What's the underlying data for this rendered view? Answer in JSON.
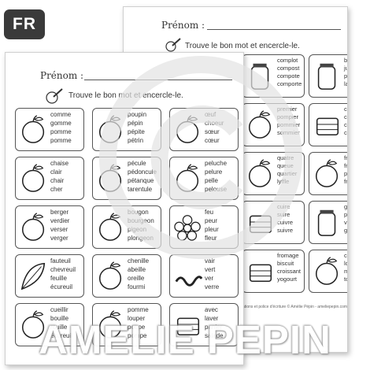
{
  "badge": {
    "label": "FR"
  },
  "sheet_label": "Prénom :",
  "instruction": "Trouve le bon mot et encercle-le.",
  "credit": "trations et police d'écriture © Amélie Pépin - ameliepepin.com",
  "front_cards": [
    {
      "words": [
        "comme",
        "gomme",
        "pomme",
        "pomme"
      ],
      "icon": "apple-icon"
    },
    {
      "words": [
        "poupin",
        "pépin",
        "pépite",
        "pétrin"
      ],
      "icon": "apple-half-icon"
    },
    {
      "words": [
        "œuf",
        "choeur",
        "sœur",
        "cœur"
      ],
      "icon": "apple-core-icon"
    },
    {
      "words": [
        "chaise",
        "clair",
        "chair",
        "cher"
      ],
      "icon": "apple-flesh-icon"
    },
    {
      "words": [
        "pécule",
        "pédoncule",
        "pétanque",
        "tarentule"
      ],
      "icon": "apple-stem-icon"
    },
    {
      "words": [
        "peluche",
        "pelure",
        "pelle",
        "pelouse"
      ],
      "icon": "peeler-icon"
    },
    {
      "words": [
        "berger",
        "verdier",
        "verser",
        "verger"
      ],
      "icon": "orchard-icon"
    },
    {
      "words": [
        "bougon",
        "bourgeon",
        "pigeon",
        "plongeon"
      ],
      "icon": "bud-icon"
    },
    {
      "words": [
        "feu",
        "peur",
        "pleur",
        "fleur"
      ],
      "icon": "flower-icon"
    },
    {
      "words": [
        "fauteuil",
        "chevreuil",
        "feuille",
        "écureuil"
      ],
      "icon": "leaf-icon"
    },
    {
      "words": [
        "chenille",
        "abeille",
        "oreille",
        "fourmi"
      ],
      "icon": "bee-icon"
    },
    {
      "words": [
        "vair",
        "vert",
        "ver",
        "verre"
      ],
      "icon": "worm-icon"
    },
    {
      "words": [
        "cueillir",
        "bouille",
        "rouille",
        "écureuil"
      ],
      "icon": "picking-icon"
    },
    {
      "words": [
        "pomme",
        "louper",
        "poupe",
        "pompe"
      ],
      "icon": "apple-tree-icon"
    },
    {
      "words": [
        "avec",
        "laver",
        "panier",
        "salade"
      ],
      "icon": "basket-icon"
    }
  ],
  "back_cards": [
    {
      "words": [
        "complot",
        "compost",
        "compote",
        "comporte"
      ],
      "icon": "compote-icon"
    },
    {
      "words": [
        "bus",
        "jus",
        "plus",
        "lait"
      ],
      "icon": "juice-icon"
    },
    {
      "words": [
        "premier",
        "pompier",
        "pommier",
        "sommier"
      ],
      "icon": "tree-icon"
    },
    {
      "words": [
        "casser",
        "cassis",
        "caisse",
        "chasse"
      ],
      "icon": "crate-icon"
    },
    {
      "words": [
        "quatre",
        "queue",
        "quartier",
        "lyffle"
      ],
      "icon": "slice-icon"
    },
    {
      "words": [
        "fruit",
        "fruite",
        "pluie",
        "fruit"
      ],
      "icon": "fruit-bowl-icon"
    },
    {
      "words": [
        "cuire",
        "suire",
        "cuivre",
        "suivre"
      ],
      "icon": "oven-icon"
    },
    {
      "words": [
        "geler",
        "peler",
        "voler",
        "gelée"
      ],
      "icon": "jar-icon"
    },
    {
      "words": [
        "fromage",
        "biscuit",
        "croissant",
        "yogourt"
      ],
      "icon": "snack-icon"
    },
    {
      "words": [
        "couche",
        "louche",
        "mouche",
        "touche"
      ],
      "icon": "apple-cut-icon"
    }
  ],
  "brand": "AMELIE PEPIN"
}
